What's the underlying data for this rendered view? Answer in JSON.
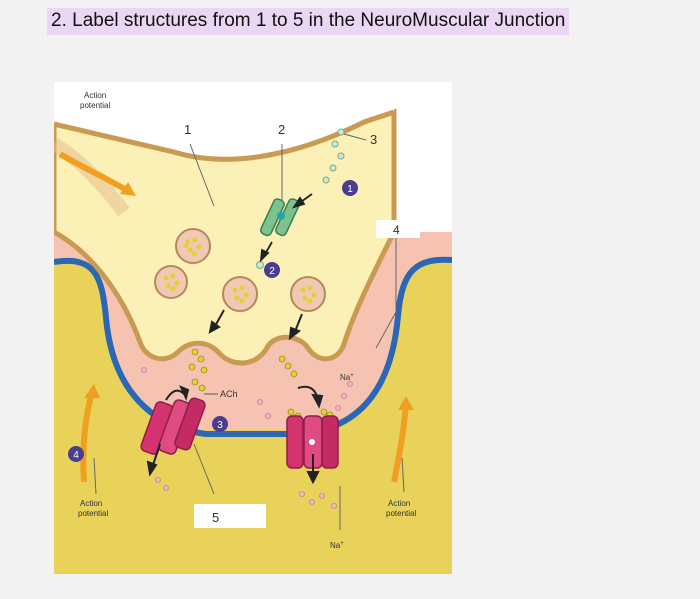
{
  "question": {
    "text": "2. Label structures from 1 to 5 in the NeuroMuscular Junction"
  },
  "diagram": {
    "top_action_potential": [
      "Action",
      "potential"
    ],
    "left_action_potential": [
      "Action",
      "potential"
    ],
    "right_action_potential": [
      "Action",
      "potential"
    ],
    "ach_label": "ACh",
    "na_upper": "Na",
    "na_lower": "Na",
    "na_superscript": "+",
    "structure_numbers": [
      "1",
      "2",
      "3",
      "4",
      "5"
    ],
    "step_numbers": [
      "1",
      "2",
      "3",
      "4"
    ]
  },
  "colors": {
    "axon": "#fbf0b6",
    "axon_border": "#c89a52",
    "muscle": "#e8d25a",
    "cleft": "#f7c4b4",
    "membrane_blue": "#2b67b5",
    "channel": "#d4336f",
    "step_circle": "#4a3f8f",
    "arrow_orange": "#f0a020"
  }
}
